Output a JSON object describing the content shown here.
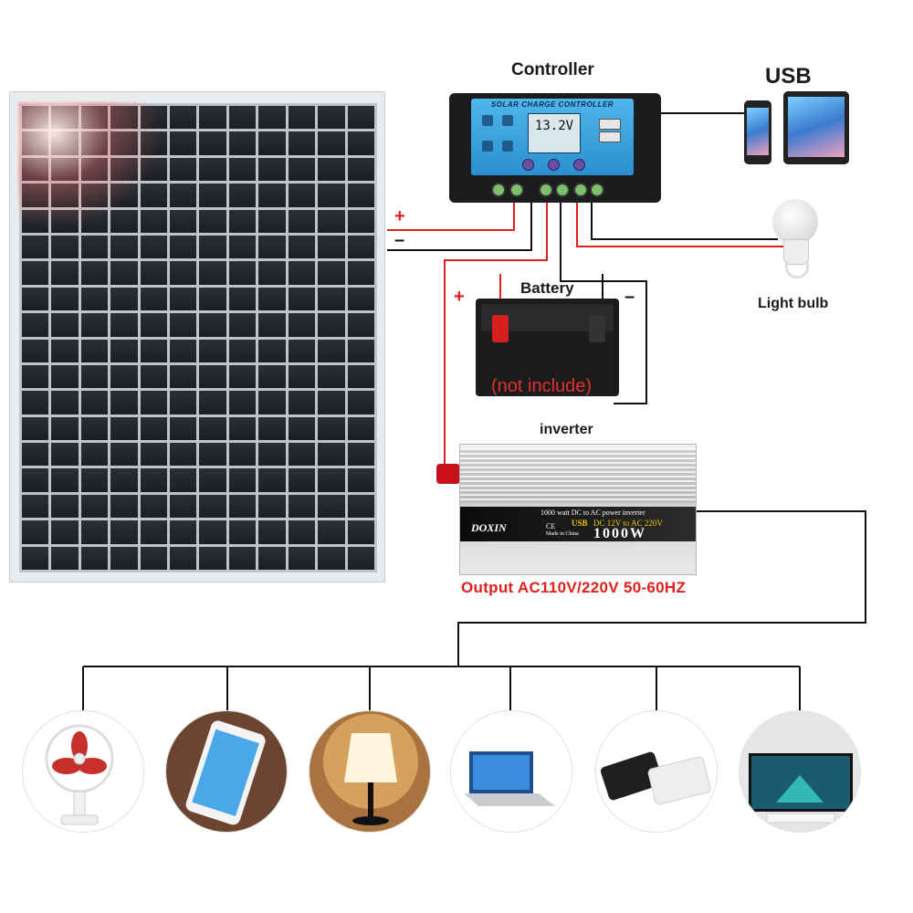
{
  "labels": {
    "controller": "Controller",
    "usb": "USB",
    "light_bulb": "Light bulb",
    "battery": "Battery",
    "not_include": "(not include)",
    "inverter": "inverter",
    "output": "Output AC110V/220V 50-60HZ"
  },
  "controller_device": {
    "title": "SOLAR CHARGE CONTROLLER",
    "lcd": "13.2V"
  },
  "inverter_device": {
    "line1": "1000 watt DC to AC power inverter",
    "usb_tag": "USB",
    "line2": "DC 12V to AC 220V",
    "brand": "DOXIN",
    "ce": "CE",
    "made": "Made in China",
    "power": "1000W"
  },
  "signs": {
    "panel_plus": "+",
    "panel_minus": "–",
    "battery_plus": "+",
    "battery_minus": "–"
  },
  "appliances": [
    {
      "icon": "fan-icon"
    },
    {
      "icon": "smartphone-icon"
    },
    {
      "icon": "table-lamp-icon"
    },
    {
      "icon": "laptop-icon"
    },
    {
      "icon": "power-bank-icon"
    },
    {
      "icon": "television-icon"
    }
  ],
  "colors": {
    "positive_wire": "#e02020",
    "negative_wire": "#111111",
    "accent_red": "#e0201a"
  }
}
